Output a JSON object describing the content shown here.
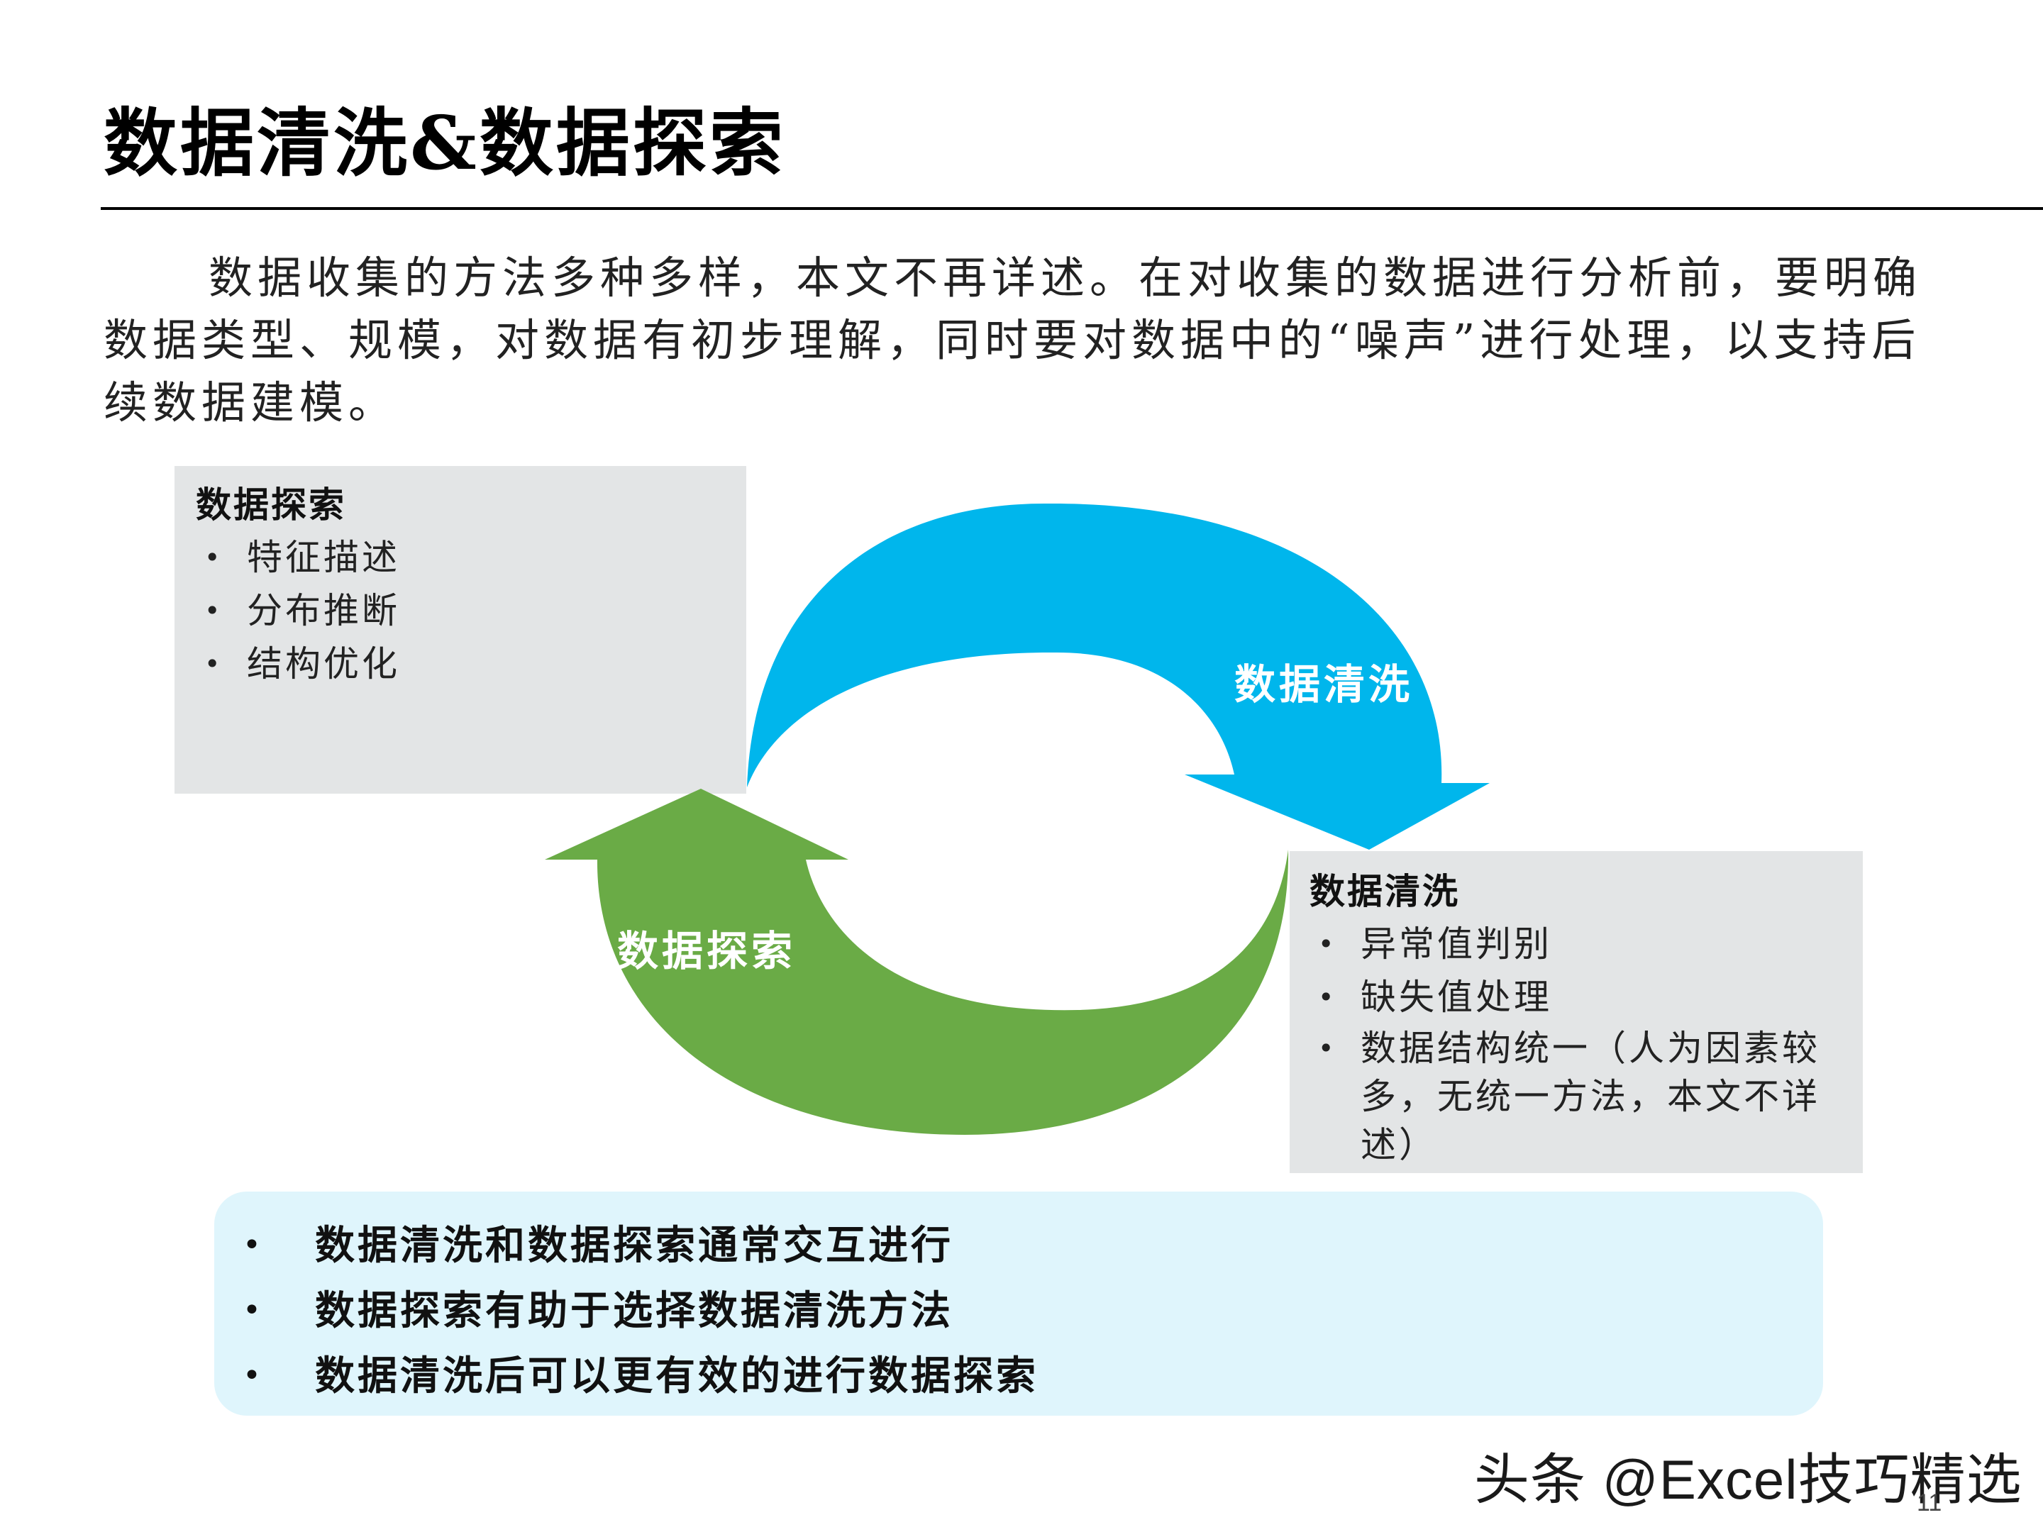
{
  "title": "数据清洗&数据探索",
  "intro": "数据收集的方法多种多样，本文不再详述。在对收集的数据进行分析前，要明确数据类型、规模，对数据有初步理解，同时要对数据中的“噪声”进行处理，以支持后续数据建模。",
  "explore_panel": {
    "heading": "数据探索",
    "items": [
      "特征描述",
      "分布推断",
      "结构优化"
    ]
  },
  "clean_panel": {
    "heading": "数据清洗",
    "items": [
      "异常值判别",
      "缺失值处理",
      "数据结构统一（人为因素较多，无统一方法，本文不详述）"
    ]
  },
  "cycle": {
    "clean_arrow_label": "数据清洗",
    "explore_arrow_label": "数据探索",
    "clean_color": "#00b6ec",
    "explore_color": "#6aab46"
  },
  "summary": {
    "items": [
      "数据清洗和数据探索通常交互进行",
      "数据探索有助于选择数据清洗方法",
      "数据清洗后可以更有效的进行数据探索"
    ]
  },
  "watermark": "头条 @Excel技巧精选",
  "page_number": "11",
  "bullet": "•"
}
